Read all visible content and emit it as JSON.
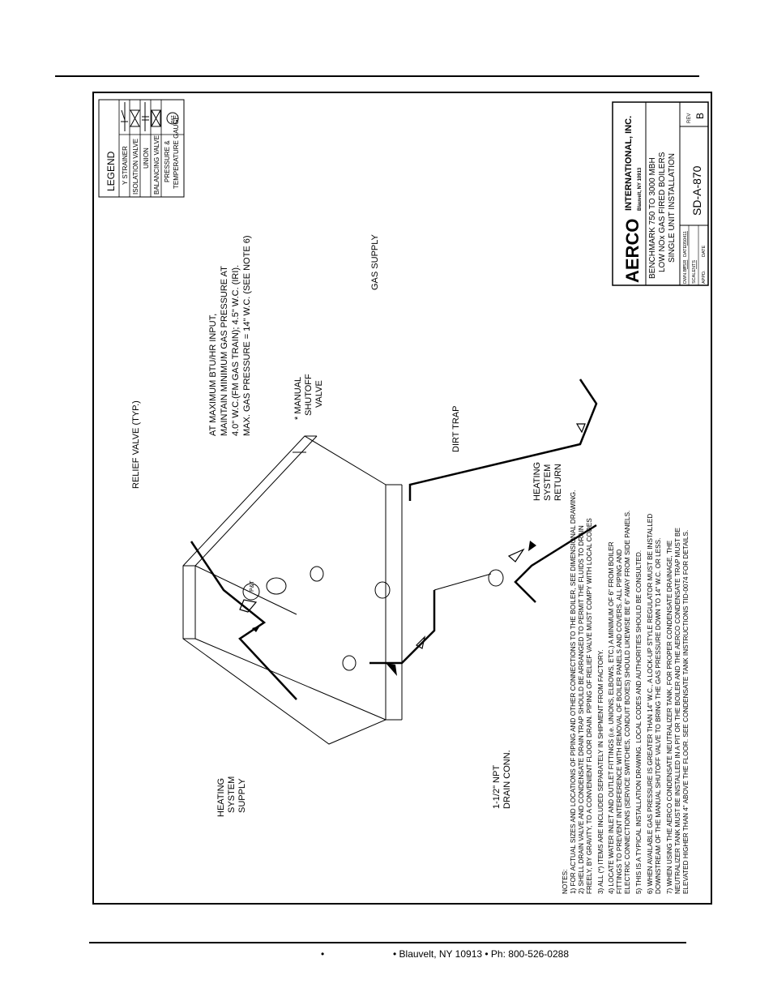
{
  "footer": {
    "bullet": "•",
    "address": "• Blauvelt, NY 10913  • Ph: 800-526-0288"
  },
  "legend": {
    "title": "LEGEND",
    "items": [
      {
        "symbol": "y-strainer-icon",
        "label": "Y STRAINER"
      },
      {
        "symbol": "isolation-valve-icon",
        "label": "ISOLATION VALVE"
      },
      {
        "symbol": "union-icon",
        "label": "UNION"
      },
      {
        "symbol": "balancing-valve-icon",
        "label": "BALANCING VALVE"
      },
      {
        "symbol": "pt-gauge-icon",
        "label": "PRESSURE &",
        "label2": "TEMPERATURE GAUGE",
        "symbol_text": "P&T"
      }
    ]
  },
  "labels": {
    "relief_valve": "RELIEF VALVE (TYP.)",
    "gas_pressure": [
      "AT MAXIMUM BTU/HR INPUT,",
      "MAINTAIN MINIMUM GAS PRESSURE AT",
      "4.0\" W.C.(FM GAS TRAIN); 4.5\" W.C. (IRI).",
      "MAX. GAS PRESSURE =  14\" W.C. (SEE NOTE 6)"
    ],
    "gas_supply": "GAS SUPPLY",
    "manual_shutoff": [
      "*  MANUAL",
      "SHUTOFF",
      "VALVE"
    ],
    "dirt_trap": "DIRT TRAP",
    "heating_return": [
      "HEATING",
      "SYSTEM",
      "RETURN"
    ],
    "heating_supply": [
      "HEATING",
      "SYSTEM",
      "SUPPLY"
    ],
    "drain": [
      "1-1/2\" NPT",
      "DRAIN CONN."
    ],
    "pt_symbol": "P&T"
  },
  "notes": {
    "heading": "NOTES:",
    "lines": [
      "1)  FOR ACTUAL SIZES AND LOCATIONS OF PIPING AND OTHER CONNECTIONS TO THE BOILER, SEE DIMENSIONAL DRAWING.",
      "2)  SHELL DRAIN VALVE AND CONDENSATE DRAIN TRAP SHOULD BE ARRANGED TO PERMIT THE FLUIDS TO DRAIN",
      "     FREELY, BY GRAVITY, TO A CONVENIENT FLOOR DRAIN.  PIPING OF RELIEF VALVE MUST COMPY WITH LOCAL CODES",
      "3)  ALL (*) ITEMS ARE INCLUDED SEPARATELY IN SHIPMENT FROM FACTORY.",
      "4)  LOCATE WATER INLET AND OUTLET FITTINGS (i.e. UNIONS, ELBOWS, ETC.) A MINIMUM OF 6\" FROM BOILER",
      "     FITTINGS TO PREVENT INTERFERENCE WITH REMOVAL OF BOILER PANELS AND COVERS.  ALL PIPING AND",
      "     ELECTRIC CONNECTIONS (SERVICE SWITCHES, CONDUIT BOXES) SHOULD LIKEWISE BE 6\" AWAY FROM SIDE PANELS.",
      "5)  THIS IS A TYPICAL INSTALLATION DRAWING.  LOCAL CODES AND AUTHORITIES SHOULD BE CONSULTED.",
      "6)  WHEN AVAILABLE GAS PRESSURE IS GREATER THAN 14\" W.C., A LOCK-UP STYLE REGULATOR MUST BE INSTALLED",
      "     DOWNSTREAM OF THE MANUAL SHUTOFF VALVE TO BRING THE GAS PRESSURE DOWN TO 14\" W.C. OR LESS.",
      "7)  WHEN USING THE AERCO CONDENSATE NEUTRALIZER TANK, FOR PROPER CONDENSATE DRAINAGE, THE",
      "NEUTRALIZER TANK MUST BE INSTALLED IN A PIT OR THE BOILER AND THE AERCO CONDENSATE TRAP MUST BE",
      "ELEVATED HIGHER THAN 4\" ABOVE THE FLOOR. SEE CONDENSATE TANK INSTRUCTIONS TID-0074 FOR DETAILS."
    ]
  },
  "title_block": {
    "logo": "AERCO",
    "company": "INTERNATIONAL, INC.",
    "city": "Blauvelt, NY 10913",
    "title_lines": [
      "BENCHMARK 750 TO 3000 MBH",
      "LOW NOx GAS FIRED BOILERS",
      "SINGLE UNIT INSTALLATION"
    ],
    "drawn_by_label": "DWN.BY",
    "drawn_by": "PSR",
    "date_label": "DATE",
    "date": "050411",
    "scale_label": "SCALE",
    "scale": "NTS",
    "appd_label": "APPD.",
    "appd_date_label": "DATE",
    "drawing_number": "SD-A-870",
    "rev_label": "REV",
    "rev": "B"
  }
}
